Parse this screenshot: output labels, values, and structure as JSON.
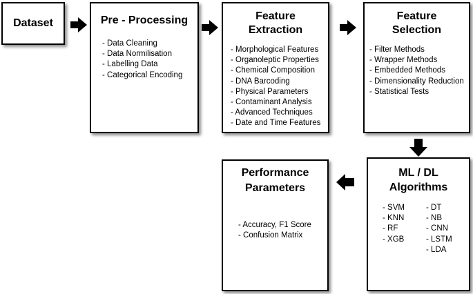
{
  "nodes": {
    "dataset": {
      "title": "Dataset"
    },
    "preprocessing": {
      "title": "Pre - Processing",
      "items": [
        "- Data Cleaning",
        "- Data Normilisation",
        "- Labelling Data",
        "- Categorical Encoding"
      ]
    },
    "feature_extraction": {
      "title_line1": "Feature",
      "title_line2": "Extraction",
      "items": [
        "- Morphological Features",
        "- Organoleptic Properties",
        "- Chemical Composition",
        "- DNA Barcoding",
        "- Physical Parameters",
        "- Contaminant Analysis",
        "- Advanced Techniques",
        "- Date and Time Features"
      ]
    },
    "feature_selection": {
      "title_line1": "Feature",
      "title_line2": "Selection",
      "items": [
        "- Filter Methods",
        "- Wrapper Methods",
        "- Embedded Methods",
        "- Dimensionality Reduction",
        "- Statistical Tests"
      ]
    },
    "ml_dl": {
      "title_line1": "ML / DL",
      "title_line2": "Algorithms",
      "items_left": [
        "- SVM",
        "- KNN",
        "- RF",
        "- XGB"
      ],
      "items_right": [
        "- DT",
        "- NB",
        "- CNN",
        "- LSTM",
        "- LDA"
      ]
    },
    "performance": {
      "title_line1": "Performance",
      "title_line2": "Parameters",
      "items": [
        "- Accuracy, F1 Score",
        "- Confusion Matrix"
      ]
    }
  },
  "edges": [
    {
      "from": "dataset",
      "to": "preprocessing"
    },
    {
      "from": "preprocessing",
      "to": "feature_extraction"
    },
    {
      "from": "feature_extraction",
      "to": "feature_selection"
    },
    {
      "from": "feature_selection",
      "to": "ml_dl"
    },
    {
      "from": "ml_dl",
      "to": "performance"
    }
  ]
}
